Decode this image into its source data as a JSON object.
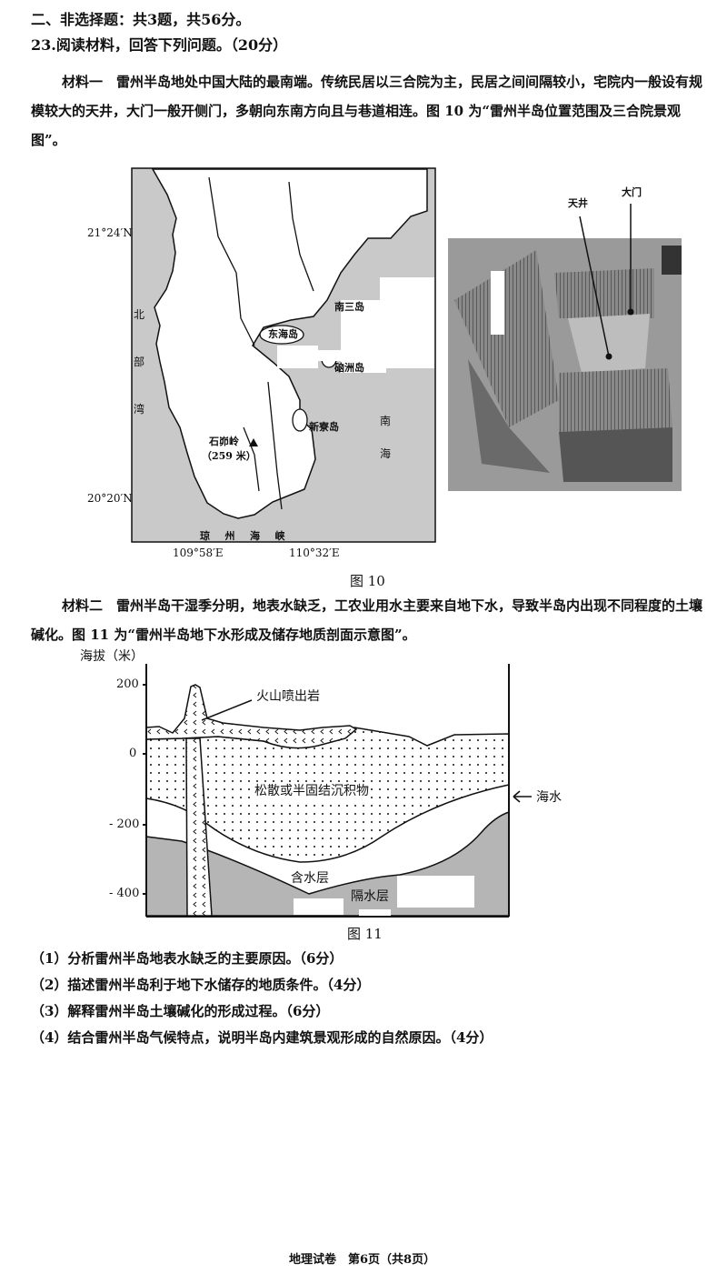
{
  "section_heading": "二、非选择题：共3题，共56分。",
  "question_title": "23.阅读材料，回答下列问题。（20分）",
  "material1": {
    "label": "材料一",
    "text": "雷州半岛地处中国大陆的最南端。传统民居以三合院为主，民居之间间隔较小，宅院内一般设有规模较大的天井，大门一般开侧门，多朝向东南方向且与巷道相连。图 10 为“雷州半岛位置范围及三合院景观图”。"
  },
  "figure10": {
    "caption": "图 10",
    "map": {
      "lat_labels": [
        "21°24′N",
        "20°20′N"
      ],
      "lon_labels": [
        "109°58′E",
        "110°32′E"
      ],
      "places": {
        "beibu": [
          "北",
          "部",
          "湾"
        ],
        "nansan": "南三岛",
        "donghai": "东海岛",
        "naozhou": "硇洲岛",
        "xinliao": "新寮岛",
        "nanhai": [
          "南",
          "海"
        ],
        "peak": "石峁岭",
        "peak_height": "（259 米）",
        "strait": [
          "琼",
          "州",
          "海",
          "峡"
        ]
      }
    },
    "photo": {
      "label_courtyard": "天井",
      "label_gate": "大门"
    }
  },
  "material2": {
    "label": "材料二",
    "text": "雷州半岛干湿季分明，地表水缺乏，工农业用水主要来自地下水，导致半岛内出现不同程度的土壤碱化。图 11 为“雷州半岛地下水形成及储存地质剖面示意图”。"
  },
  "figure11": {
    "caption": "图 11",
    "y_axis_label": "海拔（米）",
    "y_ticks": [
      "200",
      "0",
      "- 200",
      "- 400"
    ],
    "labels": {
      "volcanic": "火山喷出岩",
      "sediment": "松散或半固结沉积物",
      "sea": "海水",
      "aquifer": "含水层",
      "aquiclude": "隔水层"
    }
  },
  "questions": [
    "（1）分析雷州半岛地表水缺乏的主要原因。（6分）",
    "（2）描述雷州半岛利于地下水储存的地质条件。（4分）",
    "（3）解释雷州半岛土壤碱化的形成过程。（6分）",
    "（4）结合雷州半岛气候特点，说明半岛内建筑景观形成的自然原因。（4分）"
  ],
  "footer": "地理试卷　第6页（共8页）"
}
